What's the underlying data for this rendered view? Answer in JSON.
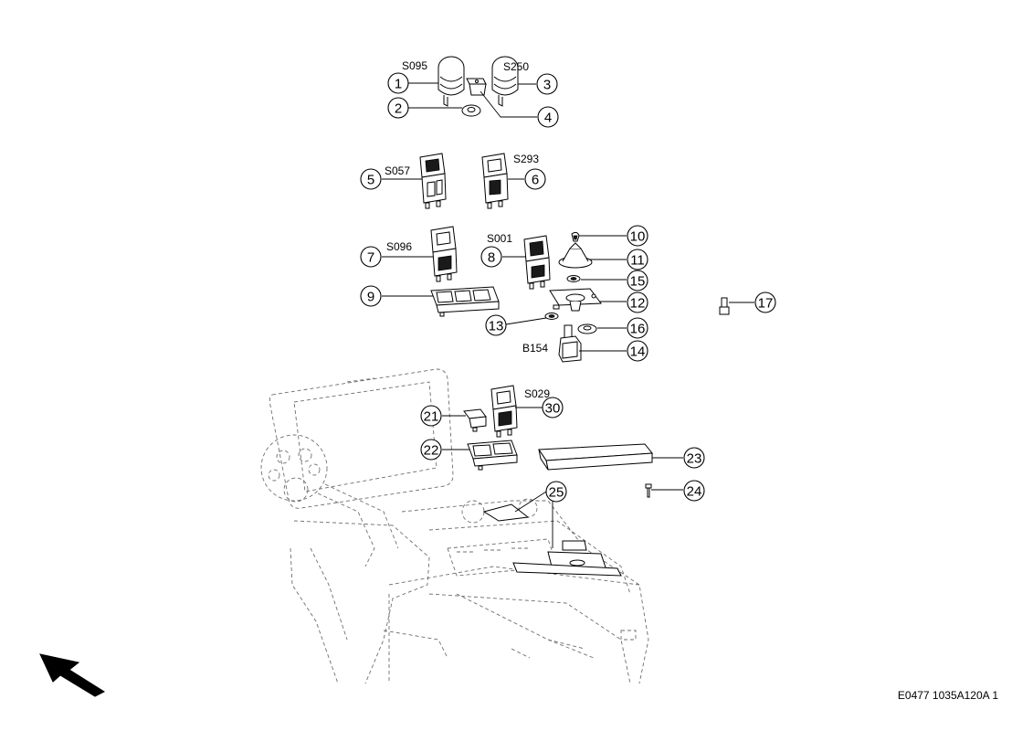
{
  "callouts": [
    {
      "id": "1",
      "label": "1"
    },
    {
      "id": "2",
      "label": "2"
    },
    {
      "id": "3",
      "label": "3"
    },
    {
      "id": "4",
      "label": "4"
    },
    {
      "id": "5",
      "label": "5"
    },
    {
      "id": "6",
      "label": "6"
    },
    {
      "id": "7",
      "label": "7"
    },
    {
      "id": "8",
      "label": "8"
    },
    {
      "id": "9",
      "label": "9"
    },
    {
      "id": "10",
      "label": "10"
    },
    {
      "id": "11",
      "label": "11"
    },
    {
      "id": "12",
      "label": "12"
    },
    {
      "id": "13",
      "label": "13"
    },
    {
      "id": "14",
      "label": "14"
    },
    {
      "id": "15",
      "label": "15"
    },
    {
      "id": "16",
      "label": "16"
    },
    {
      "id": "17",
      "label": "17"
    },
    {
      "id": "21",
      "label": "21"
    },
    {
      "id": "22",
      "label": "22"
    },
    {
      "id": "23",
      "label": "23"
    },
    {
      "id": "24",
      "label": "24"
    },
    {
      "id": "25",
      "label": "25"
    },
    {
      "id": "30",
      "label": "30"
    }
  ],
  "codes": {
    "s095": "S095",
    "s250": "S250",
    "s057": "S057",
    "s293": "S293",
    "s096": "S096",
    "s001": "S001",
    "b154": "B154",
    "s029": "S029"
  },
  "reference_code": "E0477 1035A120A 1"
}
